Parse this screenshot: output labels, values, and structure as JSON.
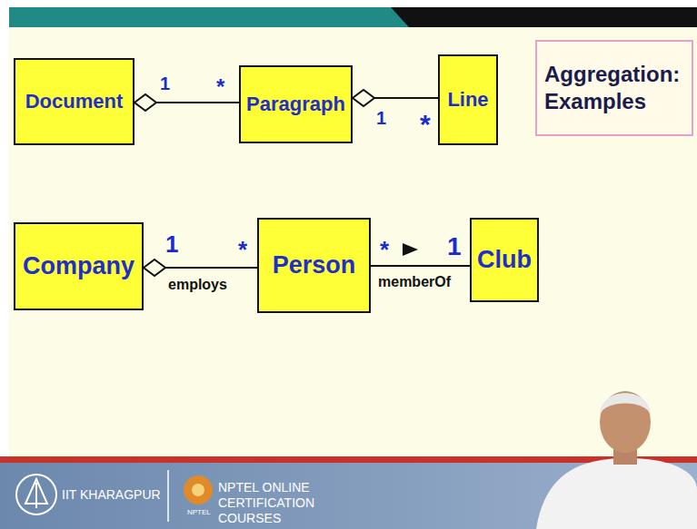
{
  "diagram": {
    "nodes": [
      {
        "text": [
          "Document"
        ]
      },
      {
        "text": [
          "Paragraph"
        ]
      },
      {
        "text": [
          "Line"
        ]
      },
      {
        "text": [
          "Company"
        ]
      },
      {
        "text": [
          "Person"
        ]
      },
      {
        "text": [
          "Club"
        ]
      },
      {
        "text": [
          "Aggregation: Examples"
        ]
      }
    ],
    "edges": [
      {
        "from": 1,
        "to": 0,
        "arrow": "to"
      },
      {
        "from": 2,
        "to": 1,
        "arrow": "to"
      },
      {
        "from": 4,
        "to": 3,
        "label": "employs",
        "arrow": "to"
      },
      {
        "from": 4,
        "to": 5,
        "label": "memberOf",
        "arrow": "none"
      }
    ],
    "labels": [
      "1",
      "*",
      "1",
      "*",
      "1",
      "*",
      "*",
      "1",
      "IIT KHARAGPUR",
      "NPTEL ONLINE CERTIFICATION COURSES",
      "NPTEL"
    ]
  }
}
